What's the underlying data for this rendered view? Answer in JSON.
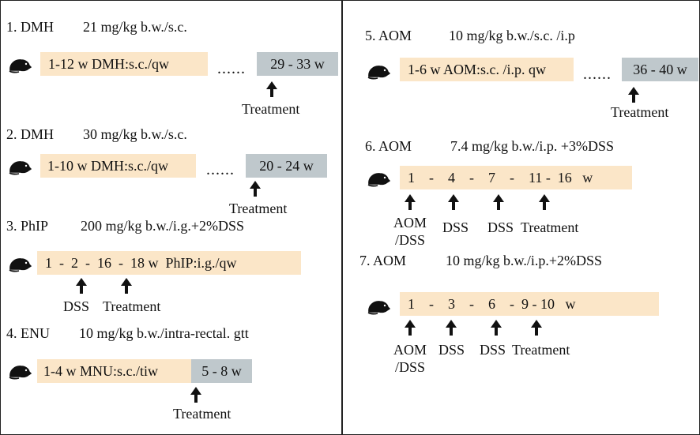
{
  "protocols": [
    {
      "num": "1. DMH",
      "dose": "21 mg/kg b.w./s.c.",
      "bar": "1-12 w   DMH:s.c./qw",
      "dots": "......",
      "box": "29 - 33 w",
      "labels": [
        "Treatment"
      ]
    },
    {
      "num": "2. DMH",
      "dose": "30 mg/kg b.w./s.c.",
      "bar": "1-10 w DMH:s.c./qw",
      "dots": "......",
      "box": "20 - 24  w",
      "labels": [
        "Treatment"
      ]
    },
    {
      "num": "3. PhIP",
      "dose": "200 mg/kg b.w./i.g.+2%DSS",
      "bar": "1  -  2  -  16  -  18 w  PhIP:i.g./qw",
      "labels": [
        "DSS",
        "Treatment"
      ]
    },
    {
      "num": "4. ENU",
      "dose": "10 mg/kg b.w./intra-rectal. gtt",
      "bar": "1-4 w MNU:s.c./tiw",
      "box": "5 - 8 w",
      "labels": [
        "Treatment"
      ]
    },
    {
      "num": "5. AOM",
      "dose": "10 mg/kg b.w./s.c. /i.p",
      "bar": "1-6 w AOM:s.c. /i.p. qw",
      "dots": "......",
      "box": "36 - 40 w",
      "labels": [
        "Treatment"
      ]
    },
    {
      "num": "6. AOM",
      "dose": "7.4 mg/kg b.w./i.p. +3%DSS",
      "bar": "1    -    4    -    7    -    11 -  16   w",
      "labels": [
        "AOM",
        "/DSS",
        "DSS",
        "DSS",
        "Treatment"
      ]
    },
    {
      "num": "7. AOM",
      "dose": "10 mg/kg b.w./i.p.+2%DSS",
      "bar": "1    -    3    -    6    -  9 - 10   w",
      "labels": [
        "AOM",
        "/DSS",
        "DSS",
        "DSS",
        "Treatment"
      ]
    }
  ],
  "colors": {
    "timeline": "#fbe6c8",
    "treatment_box": "#bfc8cc",
    "ink": "#111111"
  },
  "icons": {
    "animal": "rat-icon",
    "marker": "up-arrow-icon"
  }
}
